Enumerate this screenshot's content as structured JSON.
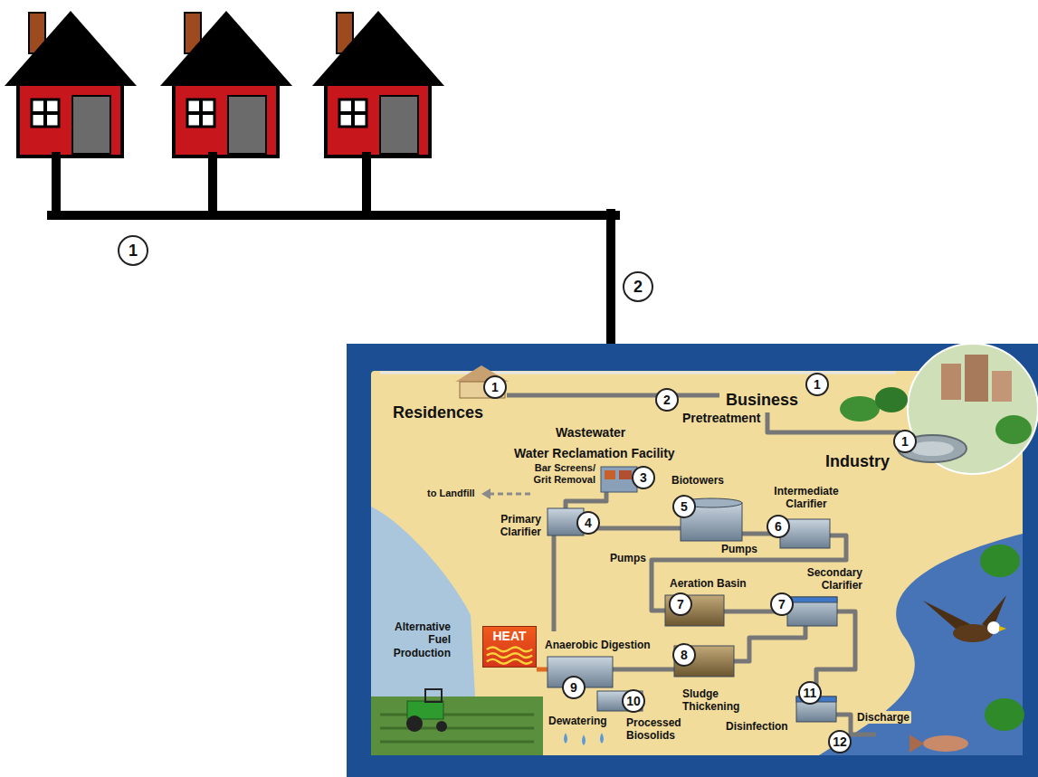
{
  "diagram": {
    "nodes": [
      {
        "text": [
          "HEAT"
        ]
      }
    ],
    "labels": [
      "1",
      "2",
      "1",
      "Residences",
      "1",
      "Business",
      "2",
      "Pretreatment",
      "Wastewater",
      "1",
      "Industry",
      "Water Reclamation Facility",
      "Bar Screens/ Grit Removal",
      "3",
      "to Landfill",
      "Biotowers",
      "5",
      "Intermediate Clarifier",
      "4",
      "Primary Clarifier",
      "Pumps",
      "Pumps",
      "6",
      "Aeration Basin",
      "7",
      "7",
      "Secondary Clarifier",
      "Alternative Fuel Production",
      "Anaerobic Digestion",
      "8",
      "9",
      "Sludge Thickening",
      "10",
      "11",
      "Dewatering",
      "Processed Biosolids",
      "Disinfection",
      "Discharge",
      "12"
    ]
  }
}
